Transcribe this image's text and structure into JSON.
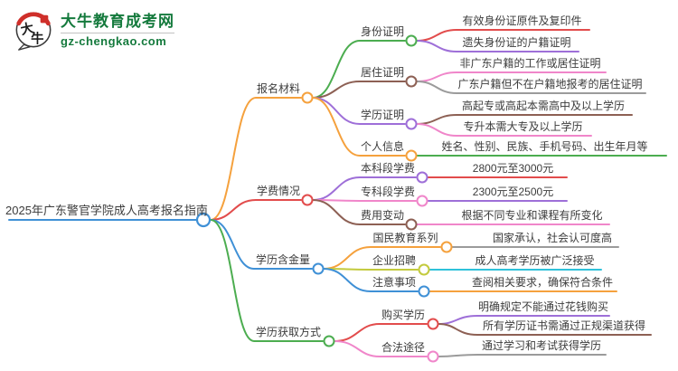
{
  "logo": {
    "site_name": "大牛教育成考网",
    "site_url": "gz-chengkao.com",
    "badge_char_1": "大",
    "badge_char_2": "牛",
    "brand_green": "#157a3d",
    "badge_red": "#cf2f2a",
    "badge_outline": "#3a3a3a"
  },
  "mindmap": {
    "root": {
      "label": "2025年广东警官学院成人高考报名指南",
      "color": "#3f90d6"
    },
    "branches": [
      {
        "label": "报名材料",
        "color": "#f5a13d",
        "children": [
          {
            "label": "身份证明",
            "color": "#4cad50",
            "children": [
              {
                "label": "有效身份证原件及复印件",
                "color": "#e24c4c"
              },
              {
                "label": "遗失身份证的户籍证明",
                "color": "#9e6fd8"
              }
            ]
          },
          {
            "label": "居住证明",
            "color": "#8d6054",
            "children": [
              {
                "label": "非广东户籍的工作或居住证明",
                "color": "#f086ca"
              },
              {
                "label": "广东户籍但不在户籍地报考的居住证明",
                "color": "#9b9b9b"
              }
            ]
          },
          {
            "label": "学历证明",
            "color": "#9e6fd8",
            "children": [
              {
                "label": "高起专或高起本需高中及以上学历",
                "color": "#8d6054"
              },
              {
                "label": "专升本需大专及以上学历",
                "color": "#f086ca"
              }
            ]
          },
          {
            "label": "个人信息",
            "color": "#f5a13d",
            "children": [
              {
                "label": "姓名、性别、民族、手机号码、出生年月等",
                "color": "#4cad50"
              }
            ]
          }
        ]
      },
      {
        "label": "学费情况",
        "color": "#e24c4c",
        "children": [
          {
            "label": "本科段学费",
            "color": "#9e6fd8",
            "children": [
              {
                "label": "2800元至3000元",
                "color": "#e24c4c"
              }
            ]
          },
          {
            "label": "专科段学费",
            "color": "#f086ca",
            "children": [
              {
                "label": "2300元至2500元",
                "color": "#9e6fd8"
              }
            ]
          },
          {
            "label": "费用变动",
            "color": "#8d6054",
            "children": [
              {
                "label": "根据不同专业和课程有所变化",
                "color": "#f086ca"
              }
            ]
          }
        ]
      },
      {
        "label": "学历含金量",
        "color": "#3f90d6",
        "children": [
          {
            "label": "国民教育系列",
            "color": "#f5a13d",
            "children": [
              {
                "label": "国家承认，社会认可度高",
                "color": "#9b9b9b"
              }
            ]
          },
          {
            "label": "企业招聘",
            "color": "#c3ca3d",
            "children": [
              {
                "label": "成人高考学历被广泛接受",
                "color": "#2fc2da"
              }
            ]
          },
          {
            "label": "注意事项",
            "color": "#3f90d6",
            "children": [
              {
                "label": "查阅相关要求，确保符合条件",
                "color": "#f5a13d"
              }
            ]
          }
        ]
      },
      {
        "label": "学历获取方式",
        "color": "#4cad50",
        "children": [
          {
            "label": "购买学历",
            "color": "#e24c4c",
            "children": [
              {
                "label": "明确规定不能通过花钱购买",
                "color": "#9e6fd8"
              },
              {
                "label": "所有学历证书需通过正规渠道获得",
                "color": "#8d6054"
              }
            ]
          },
          {
            "label": "合法途径",
            "color": "#f086ca",
            "children": [
              {
                "label": "通过学习和考试获得学历",
                "color": "#9b9b9b"
              }
            ]
          }
        ]
      }
    ]
  }
}
